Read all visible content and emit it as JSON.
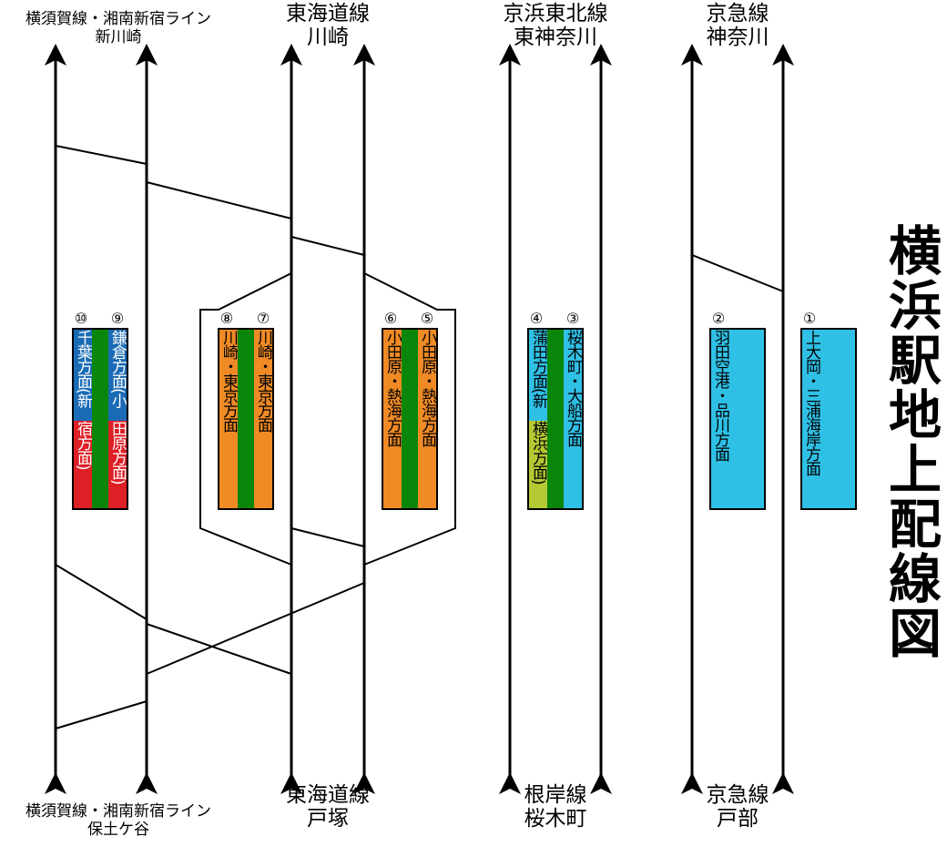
{
  "title": "横浜駅地上配線図",
  "top_labels": {
    "yokosuka": [
      "横須賀線・湘南新宿ライン",
      "新川崎"
    ],
    "tokaido": [
      "東海道線",
      "川崎"
    ],
    "keihin": [
      "京浜東北線",
      "東神奈川"
    ],
    "keikyu": [
      "京急線",
      "神奈川"
    ]
  },
  "bottom_labels": {
    "yokosuka": [
      "横須賀線・湘南新宿ライン",
      "保土ケ谷"
    ],
    "tokaido": [
      "東海道線",
      "戸塚"
    ],
    "negishi": [
      "根岸線",
      "桜木町"
    ],
    "keikyu": [
      "京急線",
      "戸部"
    ]
  },
  "platforms": {
    "p10": {
      "num": "⑩",
      "text_a": "千葉方面(新",
      "text_b": "宿方面)"
    },
    "p9": {
      "num": "⑨",
      "text_a": "鎌倉方面(小",
      "text_b": "田原方面)"
    },
    "p8": {
      "num": "⑧",
      "text": "川崎・東京方面"
    },
    "p7": {
      "num": "⑦",
      "text": "川崎・東京方面"
    },
    "p6": {
      "num": "⑥",
      "text": "小田原・熱海方面"
    },
    "p5": {
      "num": "⑤",
      "text": "小田原・熱海方面"
    },
    "p4": {
      "num": "④",
      "text_a": "蒲田方面(新",
      "text_b": "横浜方面)"
    },
    "p3": {
      "num": "③",
      "text": "桜木町・大船方面"
    },
    "p2": {
      "num": "②",
      "text": "羽田空港・品川方面"
    },
    "p1": {
      "num": "①",
      "text": "上大岡・三浦海岸方面"
    }
  },
  "colors": {
    "blue": "#1a6bb5",
    "red": "#de1f26",
    "green": "#0a860a",
    "orange": "#ef8a25",
    "cyan": "#2fc0e6",
    "lime": "#b4c934"
  }
}
